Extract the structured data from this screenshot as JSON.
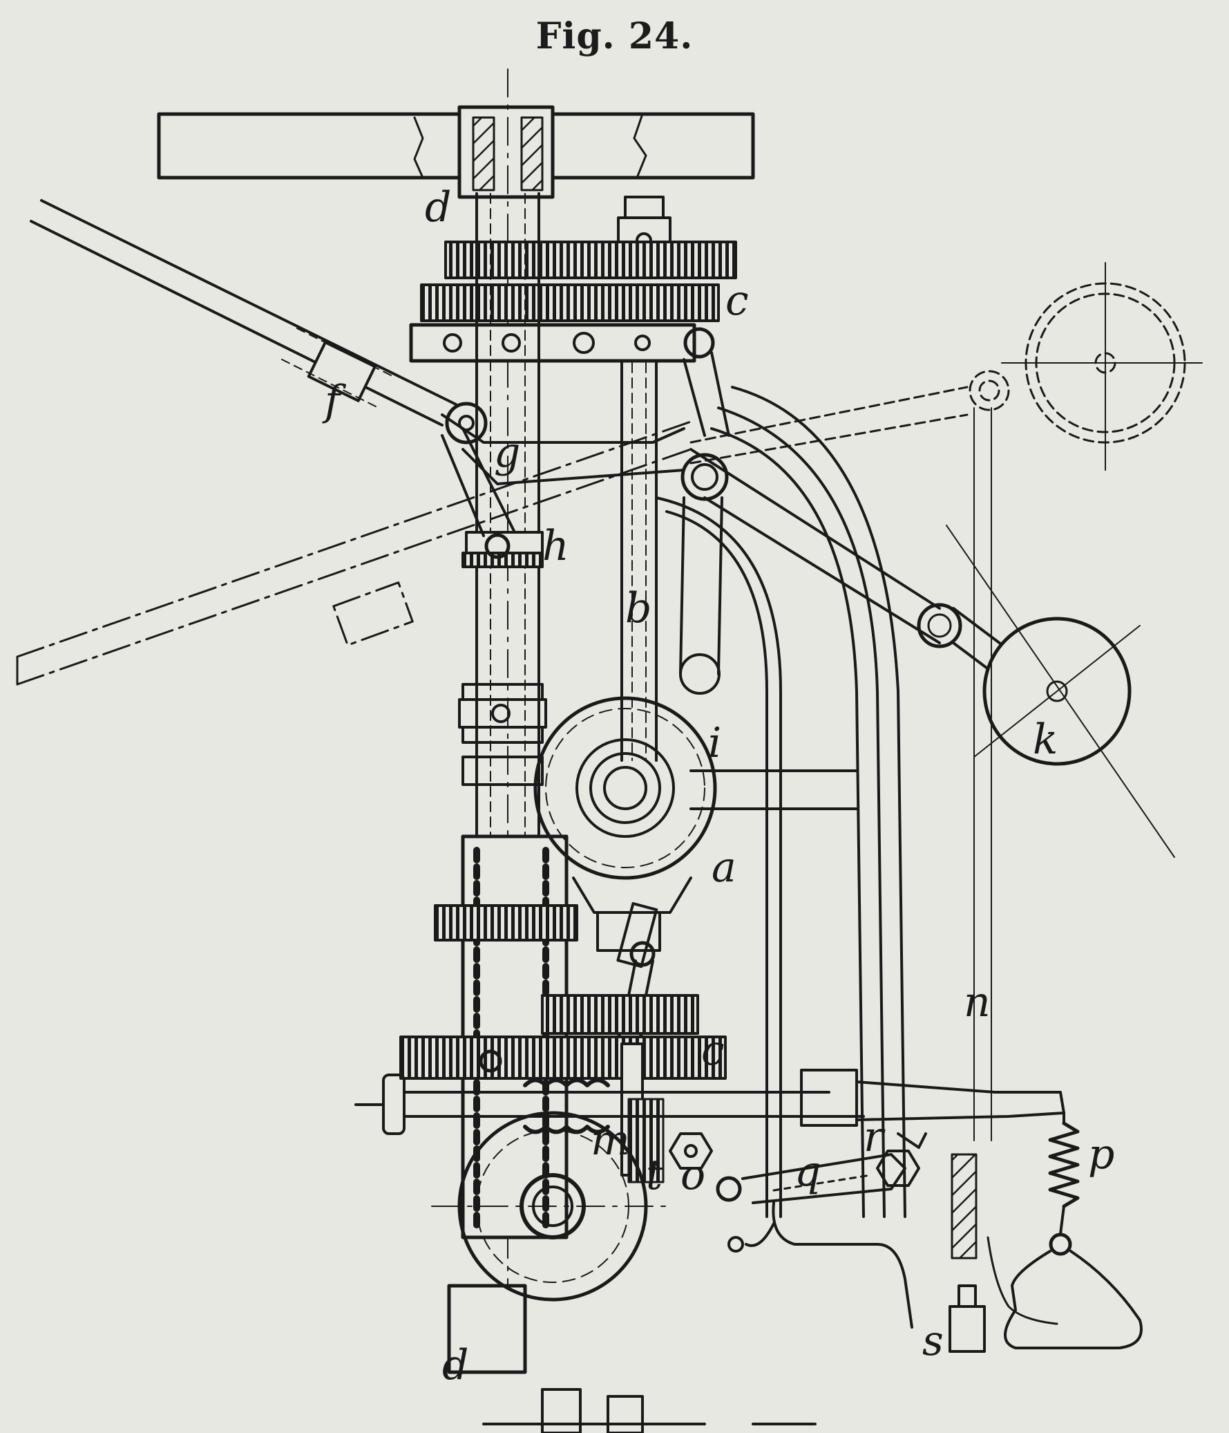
{
  "figure": {
    "title": "Fig. 24."
  },
  "labels": {
    "d_top": "d",
    "c_top": "c",
    "f": "f",
    "g": "g",
    "h": "h",
    "b": "b",
    "i": "i",
    "k": "k",
    "a": "a",
    "c_bottom": "c",
    "n": "n",
    "m": "m",
    "t": "t",
    "o": "o",
    "q": "q",
    "r": "r",
    "p": "p",
    "d_bottom": "d",
    "s": "s"
  },
  "colors": {
    "paper": "#e6e8e1",
    "ink": "#1a1a1a",
    "ghost_text": "#d3d7cd"
  }
}
